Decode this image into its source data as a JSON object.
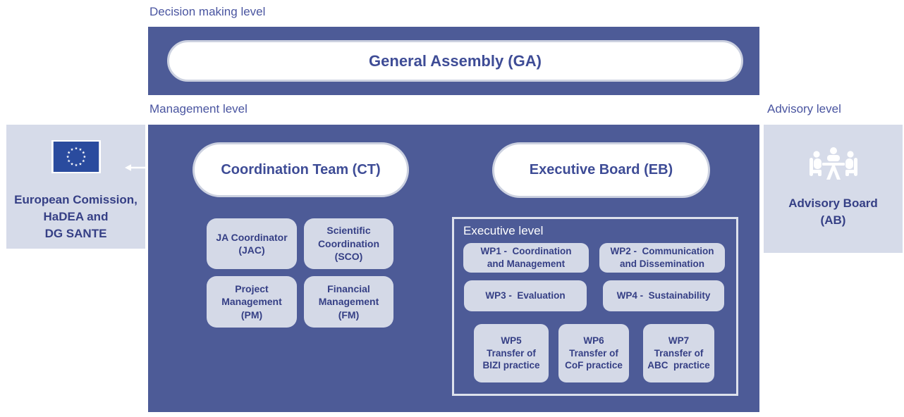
{
  "colors": {
    "dark_blue": "#4d5b97",
    "panel_light": "#d6dbe9",
    "box_light": "#d4d9e7",
    "flag_blue": "#2a4b9e",
    "label_text": "#4a55a0",
    "heading_text": "#3e4c96",
    "box_text": "#353f85",
    "white": "#ffffff"
  },
  "labels": {
    "decision_level": "Decision making level",
    "management_level": "Management level",
    "advisory_level": "Advisory level",
    "executive_level": "Executive level"
  },
  "decision": {
    "general_assembly": "General Assembly (GA)"
  },
  "external": {
    "name": "European Comission,\nHaDEA and\nDG SANTE",
    "icon": "eu-flag"
  },
  "management": {
    "coordination_team": "Coordination Team (CT)",
    "executive_board": "Executive Board (EB)",
    "ct_units": [
      {
        "label": "JA Coordinator\n(JAC)"
      },
      {
        "label": "Scientific\nCoordination\n(SCO)"
      },
      {
        "label": "Project\nManagement\n(PM)"
      },
      {
        "label": "Financial\nManagement\n(FM)"
      }
    ],
    "work_packages": [
      {
        "label": "WP1 -  Coordination\nand Management"
      },
      {
        "label": "WP2 -  Communication\nand Dissemination"
      },
      {
        "label": "WP3 -  Evaluation"
      },
      {
        "label": "WP4 -  Sustainability"
      },
      {
        "label": "WP5\nTransfer of\nBIZI practice"
      },
      {
        "label": "WP6\nTransfer of\nCoF practice"
      },
      {
        "label": "WP7\nTransfer of\nABC  practice"
      }
    ]
  },
  "advisory": {
    "name": "Advisory Board\n(AB)",
    "icon": "meeting-icon"
  }
}
